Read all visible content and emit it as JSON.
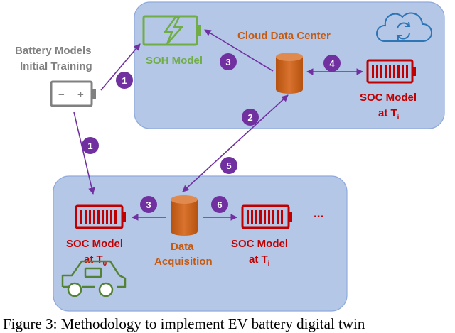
{
  "labels": {
    "battery_models_line1": "Battery Models",
    "battery_models_line2": "Initial Training",
    "soh_model": "SOH Model",
    "cloud_data_center": "Cloud Data Center",
    "soc_cloud_line1": "SOC Model",
    "soc_cloud_line2": "at T",
    "soc_cloud_sub": "i",
    "soc_t0_line1": "SOC Model",
    "soc_t0_line2": "at T",
    "soc_t0_sub": "0",
    "data_acq_line1": "Data",
    "data_acq_line2": "Acquisition",
    "soc_ti_line1": "SOC Model",
    "soc_ti_line2": "at T",
    "soc_ti_sub": "i",
    "ellipsis": "...",
    "battery_minus": "−",
    "battery_plus": "+"
  },
  "steps": {
    "s1a": "1",
    "s1b": "1",
    "s2": "2",
    "s3_top": "3",
    "s3_bottom": "3",
    "s4": "4",
    "s5": "5",
    "s6": "6"
  },
  "caption": "Figure 3: Methodology to implement EV battery digital twin",
  "colors": {
    "panel_fill": "#b4c7e7",
    "panel_stroke": "#8faadc",
    "soh_green": "#70ad47",
    "soc_red": "#c00000",
    "cylinder_orange": "#c55a11",
    "cloud_title_orange": "#c55a11",
    "step_purple": "#7030a0",
    "arrow_purple": "#7030a0",
    "gray": "#808080",
    "cloud_icon_blue": "#2e75b6"
  },
  "icons": [
    "battery-charging-icon",
    "battery-icon",
    "cloud-sync-icon",
    "database-cylinder-icon",
    "electric-car-icon"
  ]
}
